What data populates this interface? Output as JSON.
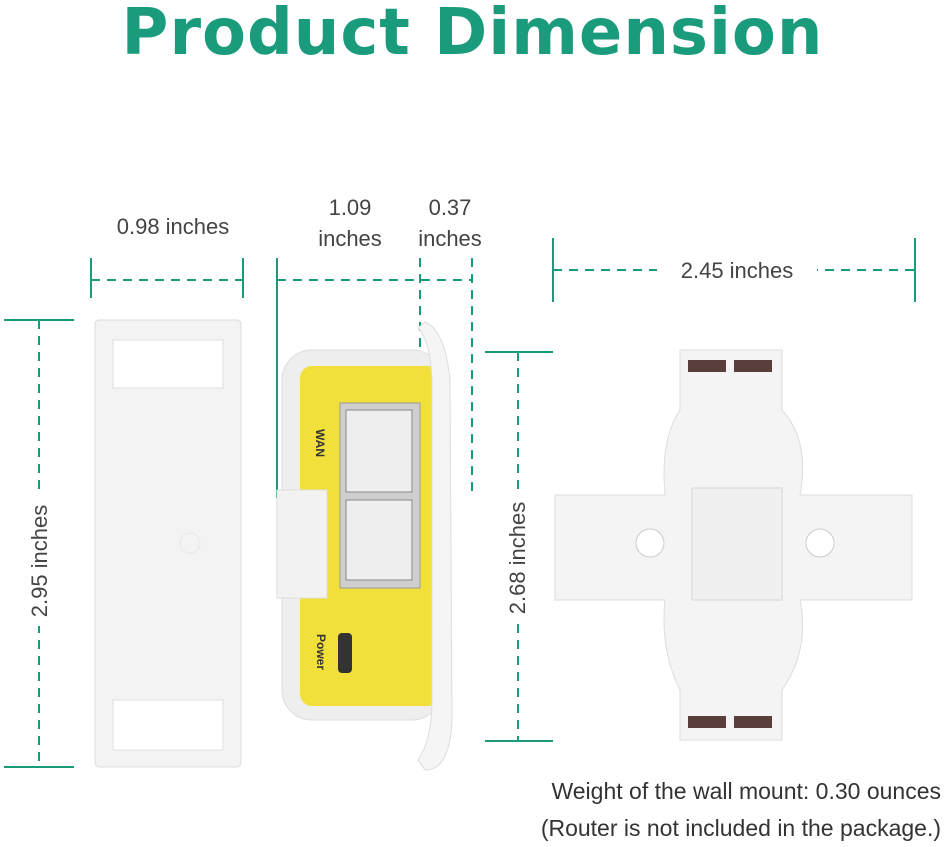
{
  "title": "Product Dimension",
  "dimensions": {
    "cover_width": "0.98 inches",
    "router_width_value": "1.09",
    "router_width_unit": "inches",
    "clip_width_value": "0.37",
    "clip_width_unit": "inches",
    "mount_width": "2.45 inches",
    "cover_height": "2.95 inches",
    "mount_height": "2.68 inches"
  },
  "router_labels": {
    "wan": "WAN",
    "power": "Power"
  },
  "notes": {
    "weight": "Weight of the wall mount: 0.30 ounces",
    "disclaimer": "(Router is not included in the package.)"
  },
  "colors": {
    "accent": "#1a9b7b",
    "router": "#f2e03a"
  }
}
